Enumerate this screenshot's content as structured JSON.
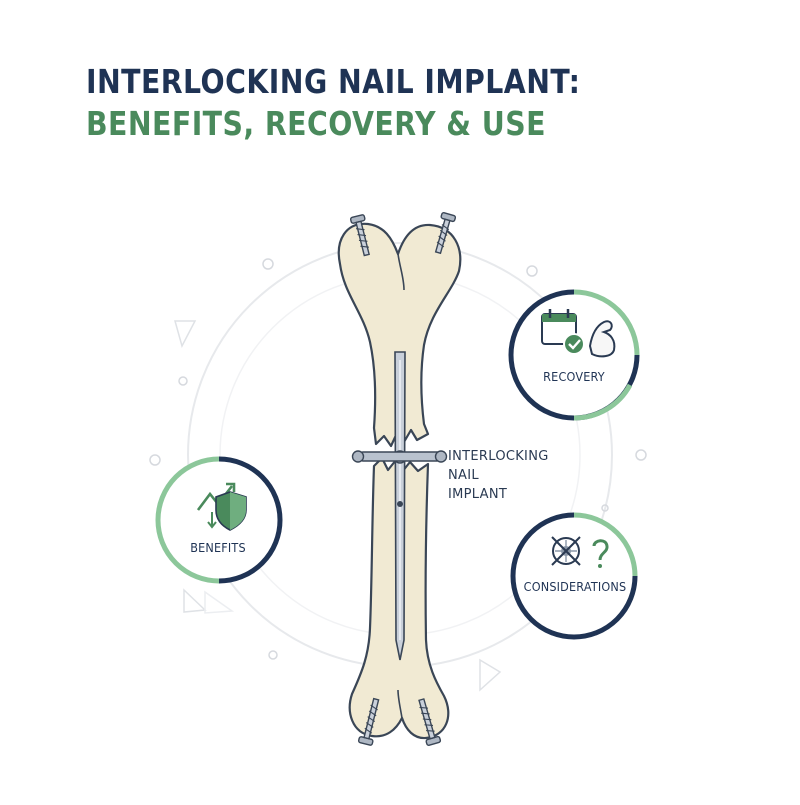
{
  "title": {
    "line1": "INTERLOCKING NAIL IMPLANT:",
    "line2": "BENEFITS, RECOVERY & USE"
  },
  "callout": {
    "line1": "INTERLOCKING",
    "line2": "NAIL",
    "line3": "IMPLANT"
  },
  "badges": {
    "recovery": {
      "label": "RECOVERY",
      "icons": [
        "calendar-check-icon",
        "flexed-arm-icon"
      ]
    },
    "benefits": {
      "label": "BENEFITS",
      "icons": [
        "trend-arrow-icon",
        "shield-icon"
      ]
    },
    "considerations": {
      "label": "CONSIDERATIONS",
      "icons": [
        "no-germ-icon",
        "question-mark-icon"
      ]
    }
  },
  "colors": {
    "navy": "#1f3354",
    "green": "#4a8a5c",
    "light_green": "#8cc79a",
    "bone": "#f1ead3",
    "bone_outline": "#3a4656",
    "metal": "#b9c2ce"
  }
}
